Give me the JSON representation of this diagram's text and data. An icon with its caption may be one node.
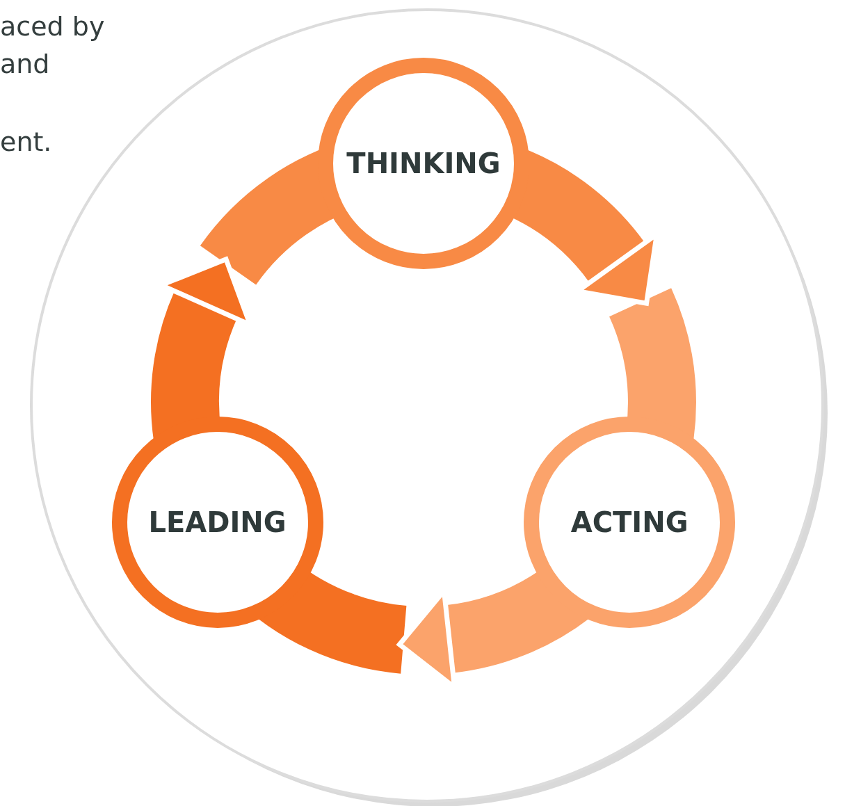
{
  "diagram": {
    "nodes": [
      {
        "text": [
          "THINKING"
        ]
      },
      {
        "text": [
          "ACTING"
        ]
      },
      {
        "text": [
          "LEADING"
        ]
      }
    ],
    "edges": [
      {
        "from": 0,
        "to": 1,
        "arrow": "to",
        "color": "#f88a45"
      },
      {
        "from": 1,
        "to": 2,
        "arrow": "to",
        "color": "#fba36b"
      },
      {
        "from": 2,
        "to": 0,
        "arrow": "to",
        "color": "#f47022"
      }
    ],
    "labels": [
      "aced by",
      "and",
      "ent."
    ]
  }
}
